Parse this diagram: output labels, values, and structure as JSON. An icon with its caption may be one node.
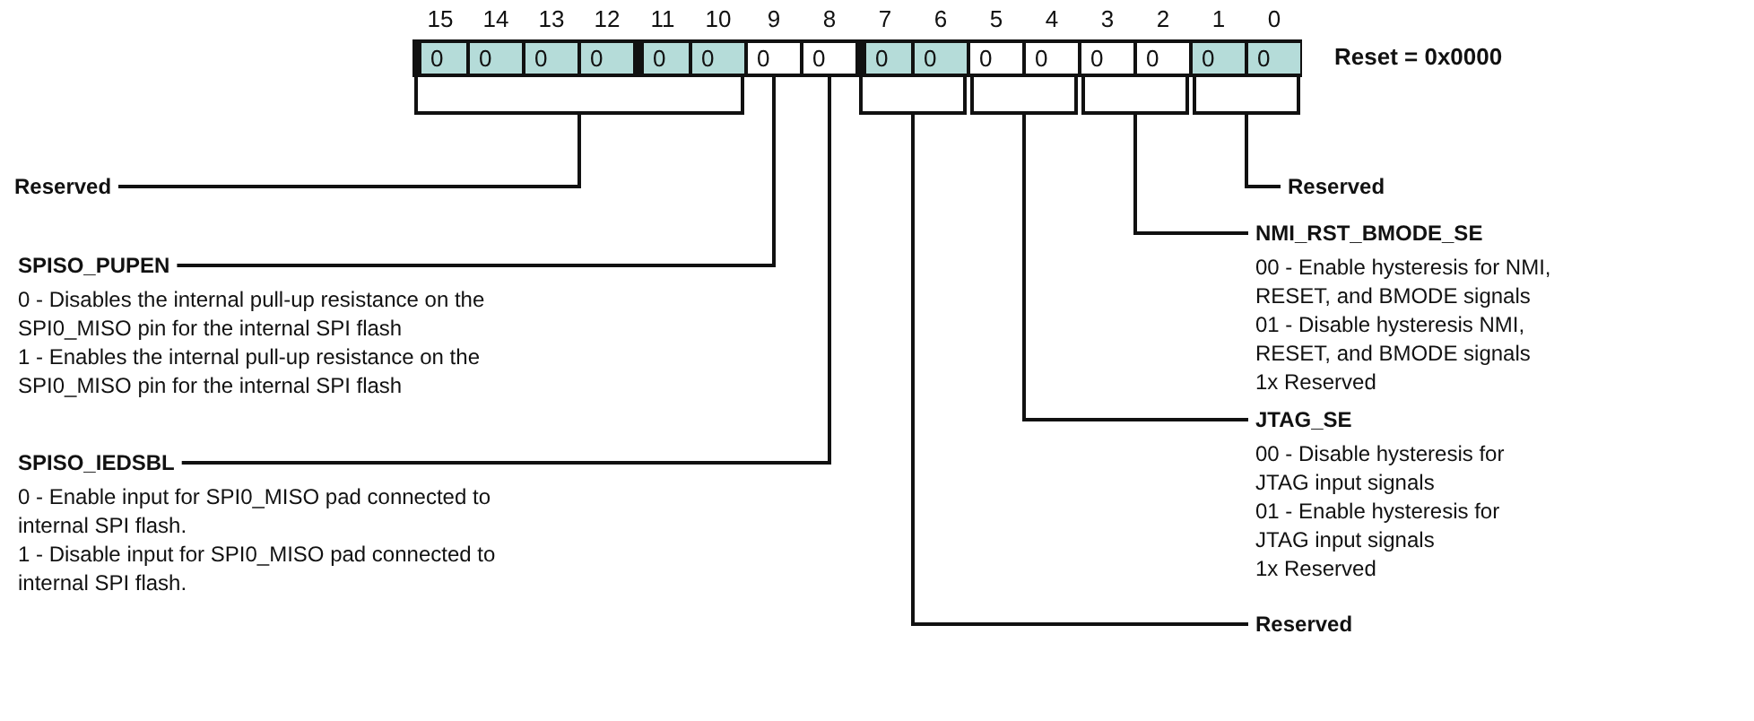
{
  "diagram": {
    "nodes": [
      {
        "text": [
          "0"
        ]
      },
      {
        "text": [
          "0"
        ]
      },
      {
        "text": [
          "0"
        ]
      },
      {
        "text": [
          "0"
        ]
      },
      {
        "text": [
          "0"
        ]
      },
      {
        "text": [
          "0"
        ]
      },
      {
        "text": [
          "0"
        ]
      },
      {
        "text": [
          "0"
        ]
      },
      {
        "text": [
          "0"
        ]
      },
      {
        "text": [
          "0"
        ]
      },
      {
        "text": [
          "0"
        ]
      },
      {
        "text": [
          "0"
        ]
      },
      {
        "text": [
          "0"
        ]
      },
      {
        "text": [
          "0"
        ]
      },
      {
        "text": [
          "0"
        ]
      },
      {
        "text": [
          "0"
        ]
      },
      {
        "text": [
          "Reserved"
        ]
      },
      {
        "text": [
          "SPISO_PUPEN",
          "0 - Disables the internal pull-up resistance on the SPI0_MISO pin for the internal SPI flash",
          "1 - Enables the internal pull-up resistance on the SPI0_MISO pin for the internal SPI flash"
        ]
      },
      {
        "text": [
          "SPISO_IEDSBL",
          "0 - Enable input for SPI0_MISO pad connected to internal SPI flash.",
          "1 - Disable input for SPI0_MISO pad connected to internal SPI flash."
        ]
      },
      {
        "text": [
          "Reserved"
        ]
      },
      {
        "text": [
          "NMI_RST_BMODE_SE",
          "00 - Enable hysteresis for NMI, RESET, and BMODE signals",
          "01 - Disable hysteresis NMI, RESET, and BMODE signals",
          "1x Reserved"
        ]
      },
      {
        "text": [
          "JTAG_SE",
          "00 - Disable hysteresis for JTAG input signals",
          "01 - Enable hysteresis for JTAG input signals",
          "1x Reserved"
        ]
      },
      {
        "text": [
          "Reserved"
        ]
      }
    ],
    "edges": [
      {
        "from": 16,
        "to": 0,
        "arrow": "none"
      },
      {
        "from": 16,
        "to": 5,
        "arrow": "none"
      },
      {
        "from": 17,
        "to": 6,
        "arrow": "none"
      },
      {
        "from": 18,
        "to": 7,
        "arrow": "none"
      },
      {
        "from": 19,
        "to": 14,
        "arrow": "none"
      },
      {
        "from": 19,
        "to": 15,
        "arrow": "none"
      },
      {
        "from": 20,
        "to": 12,
        "arrow": "none"
      },
      {
        "from": 20,
        "to": 13,
        "arrow": "none"
      },
      {
        "from": 21,
        "to": 10,
        "arrow": "none"
      },
      {
        "from": 21,
        "to": 11,
        "arrow": "none"
      },
      {
        "from": 22,
        "to": 8,
        "arrow": "none"
      },
      {
        "from": 22,
        "to": 9,
        "arrow": "none"
      }
    ],
    "labels": [
      "15",
      "14",
      "13",
      "12",
      "11",
      "10",
      "9",
      "8",
      "7",
      "6",
      "5",
      "4",
      "3",
      "2",
      "1",
      "0",
      "Reset = 0x0000"
    ]
  }
}
